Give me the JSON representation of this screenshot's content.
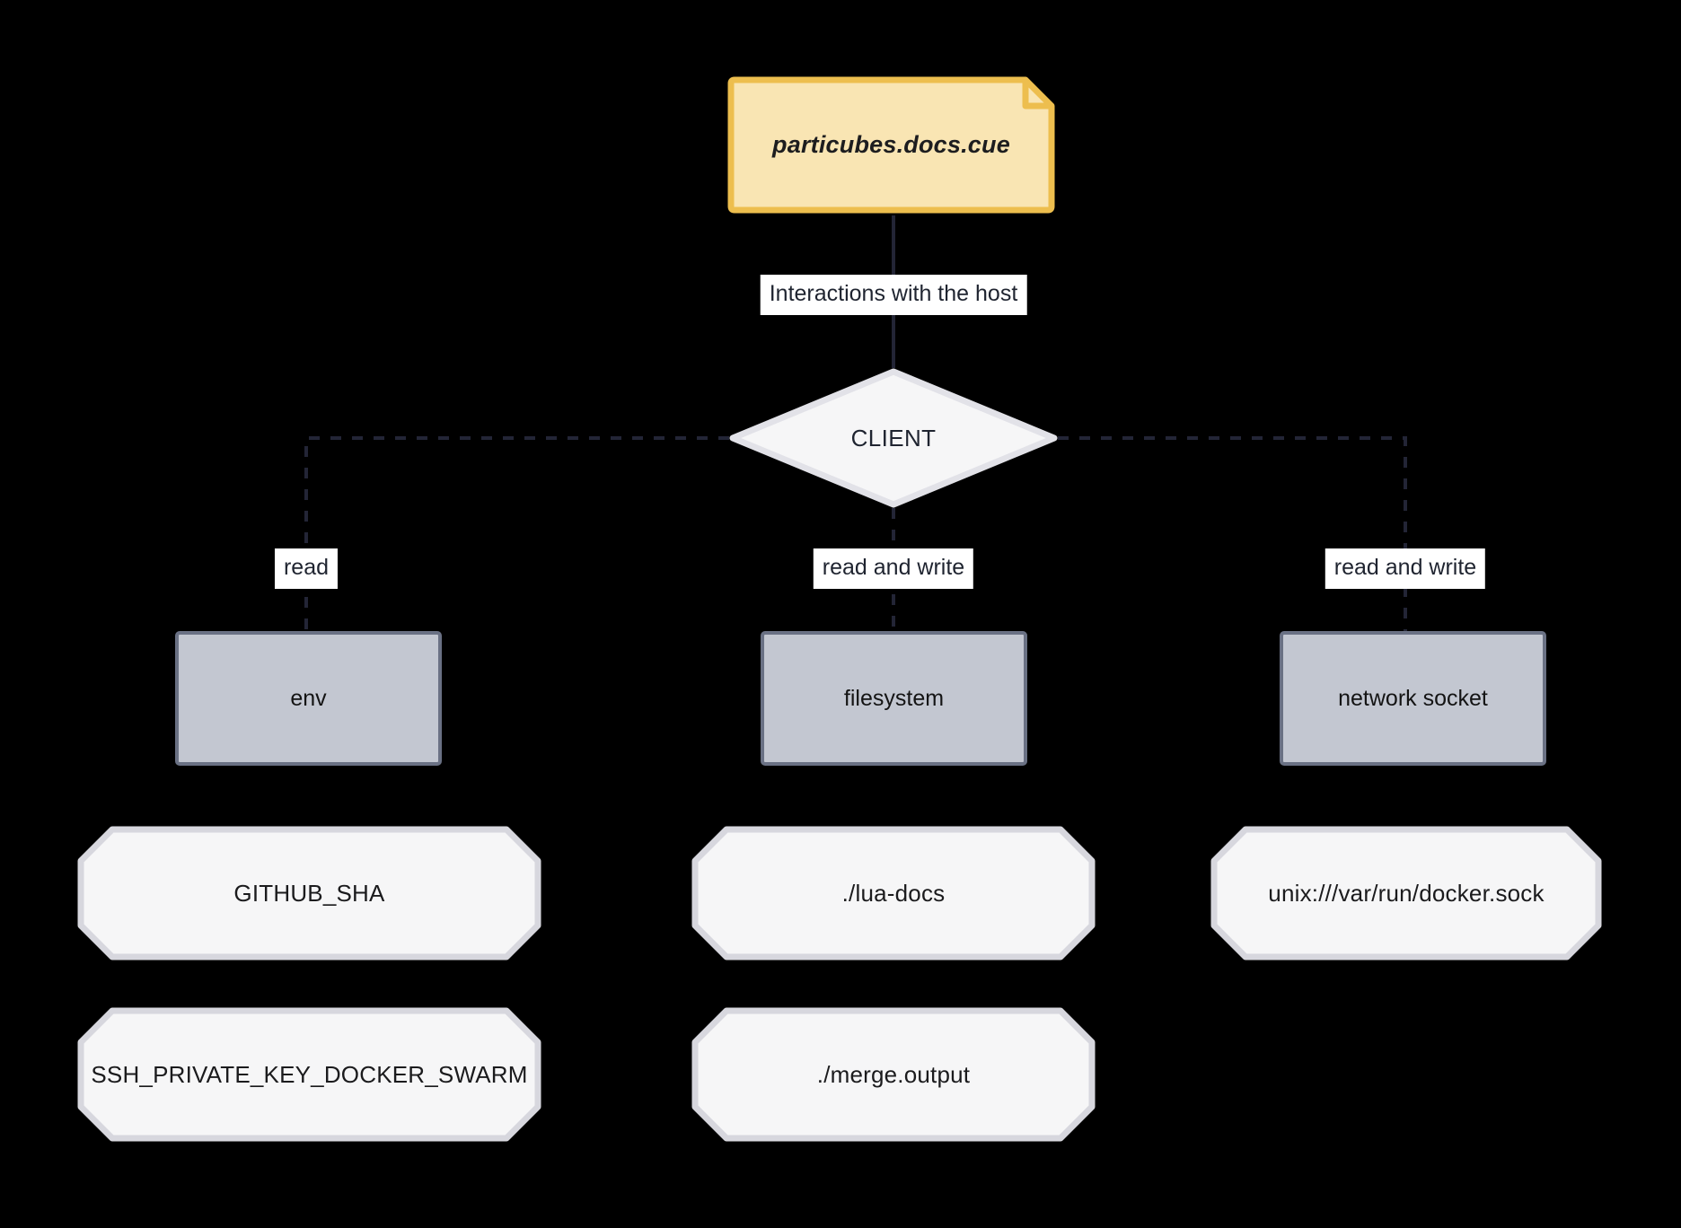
{
  "diagram": {
    "type": "flowchart",
    "background": "#000000",
    "note": {
      "label": "particubes.docs.cue",
      "fill": "#f9e5b3",
      "stroke": "#edbe4e"
    },
    "decision": {
      "label": "CLIENT",
      "fill": "#f6f6f7",
      "stroke": "#e2e2e8"
    },
    "edges": [
      {
        "label": "Interactions with the host",
        "style": "solid",
        "from": "particubes.docs.cue",
        "to": "CLIENT"
      },
      {
        "label": "read",
        "style": "dashed",
        "from": "CLIENT",
        "to": "env"
      },
      {
        "label": "read and write",
        "style": "dashed",
        "from": "CLIENT",
        "to": "filesystem"
      },
      {
        "label": "read and write",
        "style": "dashed",
        "from": "CLIENT",
        "to": "network socket"
      }
    ],
    "resources": [
      {
        "label": "env",
        "fill": "#c3c7d1",
        "stroke": "#6a7184"
      },
      {
        "label": "filesystem",
        "fill": "#c3c7d1",
        "stroke": "#6a7184"
      },
      {
        "label": "network socket",
        "fill": "#c3c7d1",
        "stroke": "#6a7184"
      }
    ],
    "values": {
      "env": [
        "GITHUB_SHA",
        "SSH_PRIVATE_KEY_DOCKER_SWARM"
      ],
      "filesystem": [
        "./lua-docs",
        "./merge.output"
      ],
      "network socket": [
        "unix:///var/run/docker.sock"
      ]
    }
  }
}
